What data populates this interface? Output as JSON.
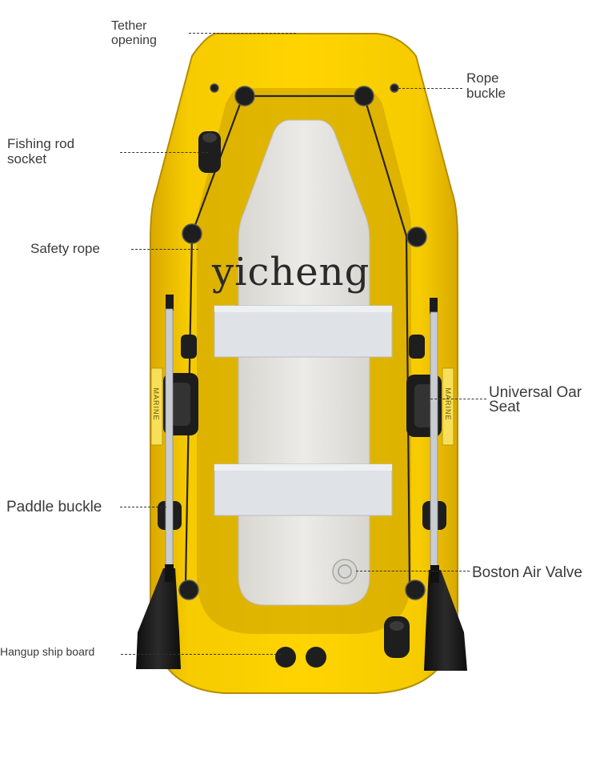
{
  "watermark": "yicheng",
  "labels": {
    "tether_opening": "Tether\nopening",
    "rope_buckle": "Rope\nbuckle",
    "fishing_rod_socket": "Fishing rod\nsocket",
    "safety_rope": "Safety rope",
    "universal_oar_seat": "Universal Oar\nSeat",
    "paddle_buckle": "Paddle buckle",
    "boston_air_valve": "Boston Air Valve",
    "hangup_ship_board": "Hangup ship board"
  },
  "boat_side_text": "MARINE",
  "colors": {
    "hull": "#f2c400",
    "hull_dark": "#c99e00",
    "floor": "#e6e4df",
    "bench": "#dfe2e6",
    "oar": "#1d1d1d"
  }
}
